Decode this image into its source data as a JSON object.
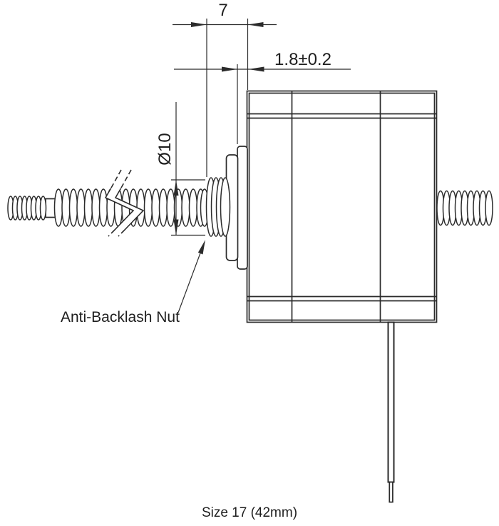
{
  "drawing": {
    "caption": "Size 17 (42mm)",
    "dimensions": {
      "nut_protrusion": "7",
      "pilot_height": "1.8±0.2",
      "nut_diameter": "Ø10"
    },
    "labels": {
      "nut_callout": "Anti-Backlash Nut"
    },
    "colors": {
      "line": "#2b2b2b",
      "text": "#1e1e1e",
      "background": "#ffffff"
    }
  }
}
